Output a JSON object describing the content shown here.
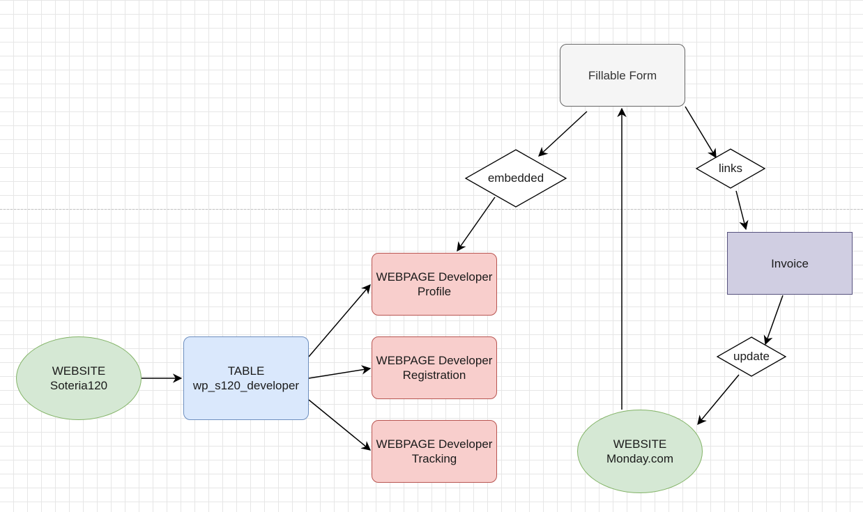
{
  "diagram": {
    "nodes": {
      "website_soteria": {
        "label": "WEBSITE\nSoteria120",
        "shape": "ellipse",
        "fill": "#d5e8d4",
        "stroke": "#82b366"
      },
      "table_developer": {
        "label": "TABLE\nwp_s120_developer",
        "shape": "rounded-rectangle",
        "fill": "#dae8fc",
        "stroke": "#6c8ebf"
      },
      "webpage_profile": {
        "label": "WEBPAGE Developer\nProfile",
        "shape": "rounded-rectangle",
        "fill": "#f8cecc",
        "stroke": "#b85450"
      },
      "webpage_registration": {
        "label": "WEBPAGE Developer\nRegistration",
        "shape": "rounded-rectangle",
        "fill": "#f8cecc",
        "stroke": "#b85450"
      },
      "webpage_tracking": {
        "label": "WEBPAGE Developer\nTracking",
        "shape": "rounded-rectangle",
        "fill": "#f8cecc",
        "stroke": "#b85450"
      },
      "fillable_form": {
        "label": "Fillable Form",
        "shape": "rounded-rectangle",
        "fill": "#f5f5f5",
        "stroke": "#666666"
      },
      "embedded": {
        "label": "embedded",
        "shape": "diamond",
        "fill": "#ffffff",
        "stroke": "#000000"
      },
      "links": {
        "label": "links",
        "shape": "diamond",
        "fill": "#ffffff",
        "stroke": "#000000"
      },
      "invoice": {
        "label": "Invoice",
        "shape": "rectangle",
        "fill": "#d0cee2",
        "stroke": "#56517e"
      },
      "update": {
        "label": "update",
        "shape": "diamond",
        "fill": "#ffffff",
        "stroke": "#000000"
      },
      "website_monday": {
        "label": "WEBSITE\nMonday.com",
        "shape": "ellipse",
        "fill": "#d5e8d4",
        "stroke": "#82b366"
      }
    },
    "edges": [
      {
        "from": "website_soteria",
        "to": "table_developer"
      },
      {
        "from": "table_developer",
        "to": "webpage_profile"
      },
      {
        "from": "table_developer",
        "to": "webpage_registration"
      },
      {
        "from": "table_developer",
        "to": "webpage_tracking"
      },
      {
        "from": "fillable_form",
        "to": "embedded"
      },
      {
        "from": "embedded",
        "to": "webpage_profile"
      },
      {
        "from": "fillable_form",
        "to": "links"
      },
      {
        "from": "links",
        "to": "invoice"
      },
      {
        "from": "invoice",
        "to": "update"
      },
      {
        "from": "update",
        "to": "website_monday"
      },
      {
        "from": "website_monday",
        "to": "fillable_form"
      }
    ],
    "edge_color": "#000000",
    "grid_color": "#e6e6e6"
  }
}
